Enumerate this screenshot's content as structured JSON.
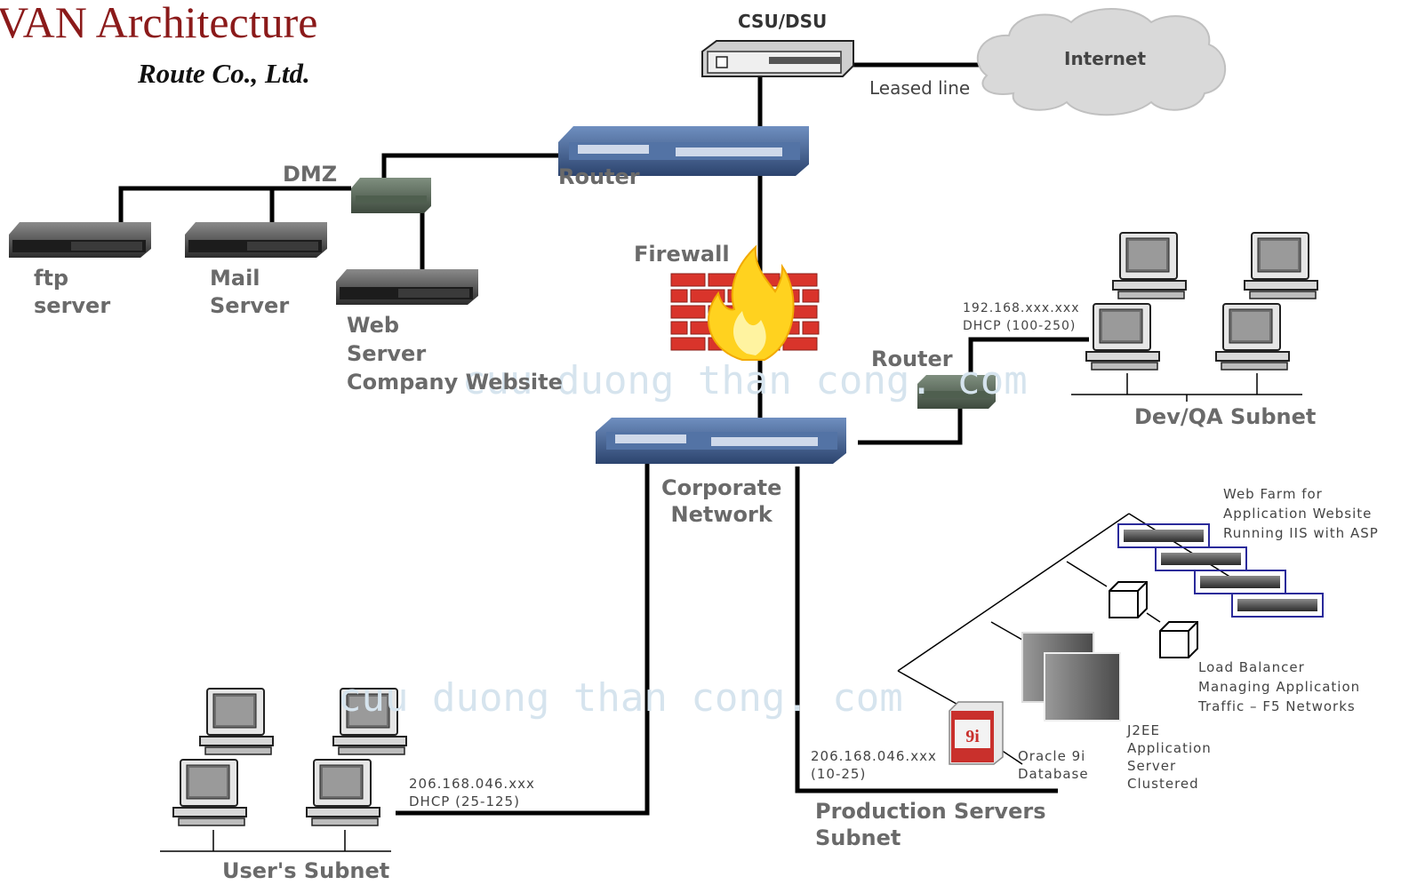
{
  "title": "VAN Architecture",
  "subtitle": "Route Co., Ltd.",
  "watermark": "cuu duong than cong. com",
  "labels": {
    "csu_dsu": "CSU/DSU",
    "internet": "Internet",
    "leased_line": "Leased line",
    "router_top": "Router",
    "dmz": "DMZ",
    "ftp_server": [
      "ftp",
      "server"
    ],
    "mail_server": [
      "Mail",
      "Server"
    ],
    "web_server": [
      "Web",
      "Server",
      "Company Website"
    ],
    "firewall": "Firewall",
    "router_right": "Router",
    "corporate_network": [
      "Corporate",
      "Network"
    ],
    "devqa_ip": [
      "192.168.xxx.xxx",
      "DHCP (100-250)"
    ],
    "devqa_subnet": "Dev/QA Subnet",
    "web_farm": [
      "Web Farm  for",
      "Application Website",
      "Running IIS with ASP"
    ],
    "load_balancer": [
      "Load Balancer",
      "Managing Application",
      "Traffic – F5 Networks"
    ],
    "j2ee": [
      "J2EE",
      "Application",
      "Server",
      "Clustered"
    ],
    "oracle": [
      "Oracle 9i",
      "Database"
    ],
    "prod_ip": [
      "206.168.046.xxx",
      "(10-25)"
    ],
    "production_subnet": [
      "Production Servers",
      "Subnet"
    ],
    "users_ip": [
      "206.168.046.xxx",
      "DHCP (25-125)"
    ],
    "users_subnet": "User's Subnet"
  },
  "colors": {
    "title": "#8b1a1a",
    "link_line": "#000000",
    "router_body": "#3d5a8a",
    "firewall_brick": "#d9342b",
    "firewall_flame": "#ffcc00",
    "cloud": "#d8d8d8",
    "label_gray": "#6a6a6a"
  }
}
